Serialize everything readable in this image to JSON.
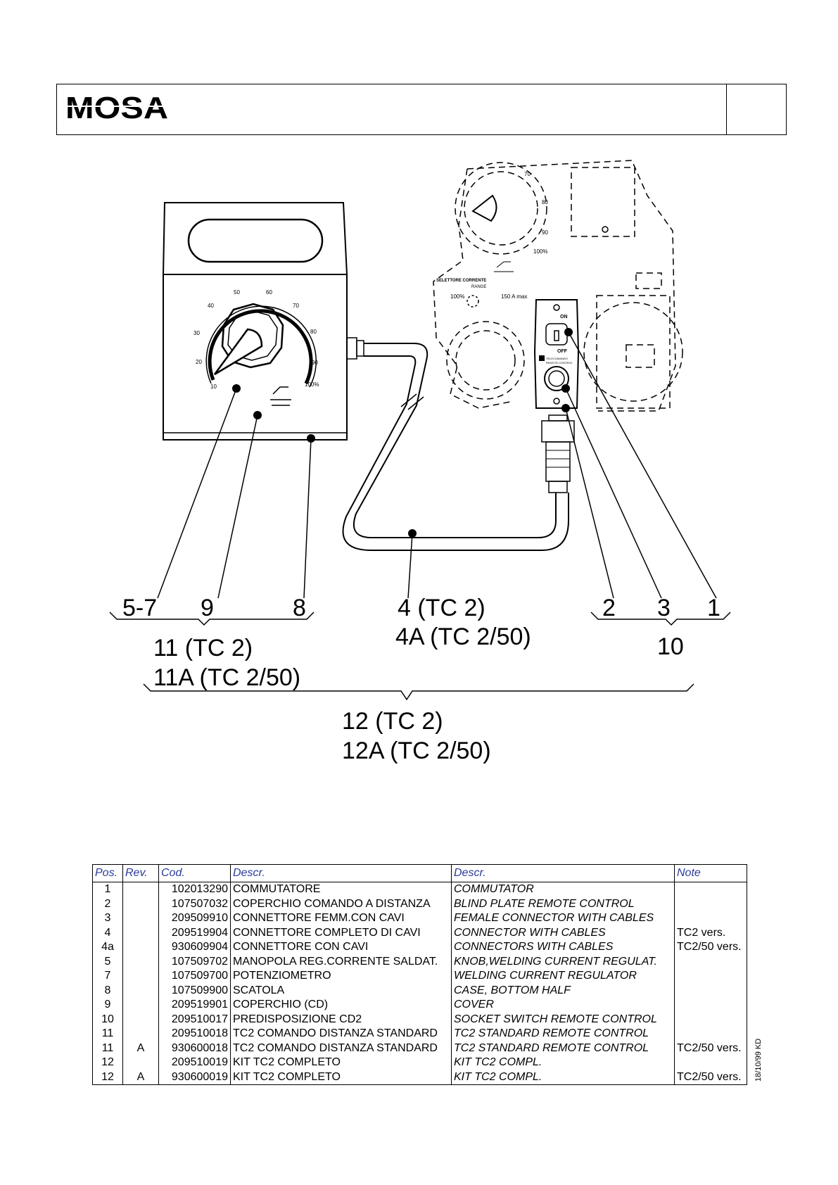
{
  "header": {
    "logo_text": "MOSA"
  },
  "diagram": {
    "dial_scale": [
      "10",
      "20",
      "30",
      "40",
      "50",
      "60",
      "70",
      "80",
      "90",
      "100%"
    ],
    "panel_scale": [
      "70",
      "80",
      "90",
      "100%"
    ],
    "panel_labels": {
      "selector_line1": "SELETTORE CORRENTE",
      "selector_line2": "RANGE",
      "pct": "100%",
      "amps": "150 A max",
      "on": "ON",
      "off": "OFF",
      "tele_line1": "TELECOMANDO",
      "tele_line2": "REMOTE CONTROL"
    },
    "callouts": {
      "c57": "5-7",
      "c9": "9",
      "c8": "8",
      "c4": "4 (TC 2)",
      "c4a": "4A (TC 2/50)",
      "c2": "2",
      "c3": "3",
      "c1": "1",
      "c10": "10",
      "c11": "11 (TC 2)",
      "c11a": "11A (TC 2/50)",
      "c12": "12 (TC 2)",
      "c12a": "12A (TC 2/50)"
    }
  },
  "table": {
    "headers": [
      "Pos.",
      "Rev.",
      "Cod.",
      "Descr.",
      "Descr.",
      "Note"
    ],
    "rows": [
      [
        "1",
        "",
        "102013290",
        "COMMUTATORE",
        "COMMUTATOR",
        ""
      ],
      [
        "2",
        "",
        "107507032",
        "COPERCHIO COMANDO A DISTANZA",
        "BLIND PLATE REMOTE CONTROL",
        ""
      ],
      [
        "3",
        "",
        "209509910",
        "CONNETTORE FEMM.CON CAVI",
        "FEMALE CONNECTOR WITH CABLES",
        ""
      ],
      [
        "4",
        "",
        "209519904",
        "CONNETTORE COMPLETO DI CAVI",
        "CONNECTOR WITH CABLES",
        "TC2 vers."
      ],
      [
        "4a",
        "",
        "930609904",
        "CONNETTORE CON CAVI",
        "CONNECTORS WITH CABLES",
        "TC2/50 vers."
      ],
      [
        "5",
        "",
        "107509702",
        "MANOPOLA REG.CORRENTE SALDAT.",
        "KNOB,WELDING CURRENT REGULAT.",
        ""
      ],
      [
        "7",
        "",
        "107509700",
        "POTENZIOMETRO",
        "WELDING CURRENT REGULATOR",
        ""
      ],
      [
        "8",
        "",
        "107509900",
        "SCATOLA",
        "CASE, BOTTOM HALF",
        ""
      ],
      [
        "9",
        "",
        "209519901",
        "COPERCHIO (CD)",
        "COVER",
        ""
      ],
      [
        "10",
        "",
        "209510017",
        "PREDISPOSIZIONE CD2",
        "SOCKET SWITCH REMOTE CONTROL",
        ""
      ],
      [
        "11",
        "",
        "209510018",
        "TC2 COMANDO DISTANZA STANDARD",
        "TC2 STANDARD REMOTE CONTROL",
        ""
      ],
      [
        "11",
        "A",
        "930600018",
        "TC2 COMANDO DISTANZA STANDARD",
        "TC2 STANDARD REMOTE CONTROL",
        "TC2/50 vers."
      ],
      [
        "12",
        "",
        "209510019",
        "KIT TC2 COMPLETO",
        "KIT TC2 COMPL.",
        ""
      ],
      [
        "12",
        "A",
        "930600019",
        "KIT TC2 COMPLETO",
        "KIT TC2 COMPL.",
        "TC2/50 vers."
      ]
    ]
  },
  "footer": {
    "date_stamp": "18/10/99 KD"
  }
}
